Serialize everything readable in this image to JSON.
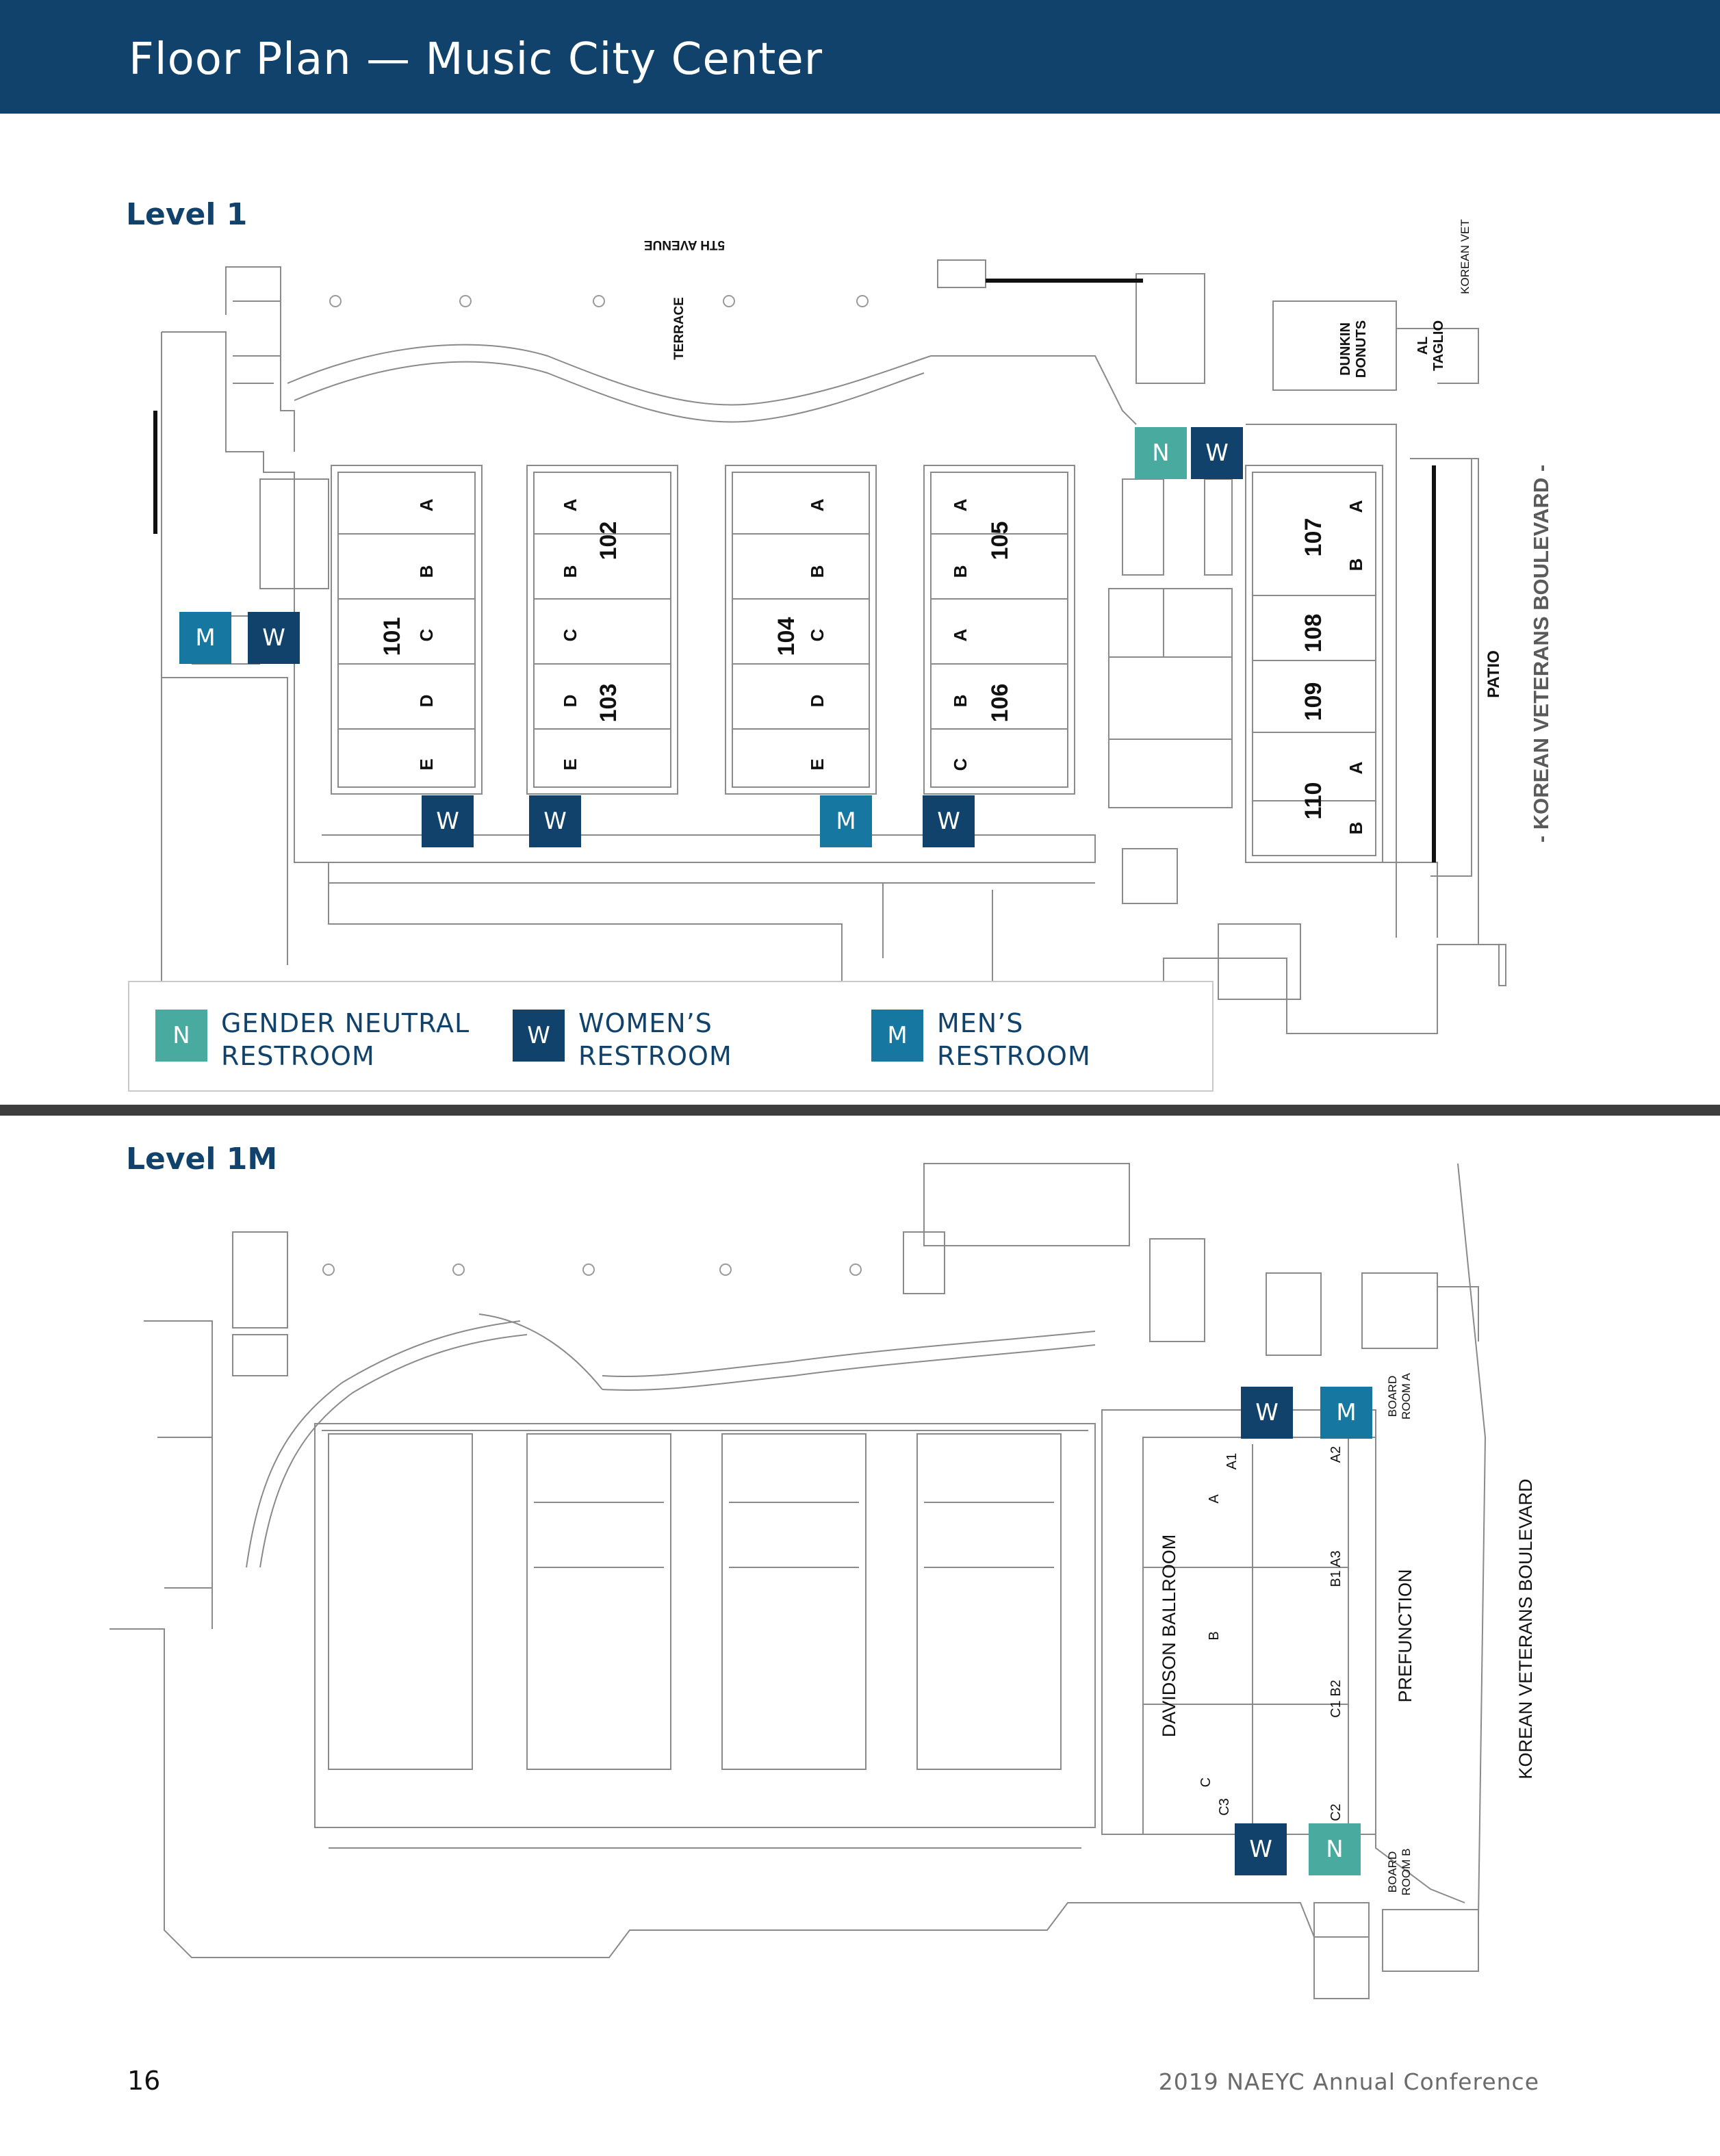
{
  "header": {
    "title": "Floor Plan — Music City Center"
  },
  "colors": {
    "header_bg": "#11426b",
    "neutral": "#49aaa0",
    "women": "#11426b",
    "men": "#1678a0"
  },
  "level1": {
    "label": "Level 1",
    "street_top": "5TH AVENUE",
    "terrace": "TERRACE",
    "dunkin": [
      "DUNKIN",
      "DONUTS"
    ],
    "altaglio": [
      "AL",
      "TAGLIO"
    ],
    "korean_vet_top": "KOREAN VET",
    "patio": "PATIO",
    "boulevard": "- KOREAN VETERANS BOULEVARD -",
    "halls": {
      "h101": {
        "number": "101",
        "sections": [
          "A",
          "B",
          "C",
          "D",
          "E"
        ]
      },
      "h102": {
        "number": "102"
      },
      "h103": {
        "number": "103"
      },
      "h10203_sections": [
        "A",
        "B",
        "C",
        "D",
        "E"
      ],
      "h104": {
        "number": "104",
        "sections": [
          "A",
          "B",
          "C",
          "D",
          "E"
        ]
      },
      "h105": {
        "number": "105",
        "sections": [
          "A",
          "B"
        ]
      },
      "h106": {
        "number": "106",
        "sections": [
          "A",
          "B",
          "C"
        ]
      },
      "h107": {
        "number": "107",
        "sections": [
          "A",
          "B"
        ]
      },
      "h108": {
        "number": "108"
      },
      "h109": {
        "number": "109"
      },
      "h110": {
        "number": "110",
        "sections": [
          "A",
          "B"
        ]
      }
    },
    "restrooms": [
      "N",
      "W",
      "M",
      "W",
      "W",
      "W",
      "M",
      "W"
    ]
  },
  "legend": {
    "neutral": {
      "badge": "N",
      "line1": "GENDER NEUTRAL",
      "line2": "RESTROOM"
    },
    "women": {
      "badge": "W",
      "line1": "WOMEN’S",
      "line2": "RESTROOM"
    },
    "men": {
      "badge": "M",
      "line1": "MEN’S",
      "line2": "RESTROOM"
    }
  },
  "level1m": {
    "label": "Level 1M",
    "ballroom": "DAVIDSON BALLROOM",
    "prefunction": "PREFUNCTION",
    "boulevard": "KOREAN VETERANS BOULEVARD",
    "board_a": [
      "BOARD",
      "ROOM A"
    ],
    "board_b": [
      "BOARD",
      "ROOM B"
    ],
    "ballroom_sections": [
      "A",
      "B",
      "C",
      "A1",
      "A2",
      "B1 A3",
      "C1 B2",
      "C3",
      "C2"
    ],
    "restrooms": [
      "W",
      "M",
      "W",
      "N"
    ]
  },
  "footer": {
    "page_number": "16",
    "conference": "2019 NAEYC Annual Conference"
  }
}
